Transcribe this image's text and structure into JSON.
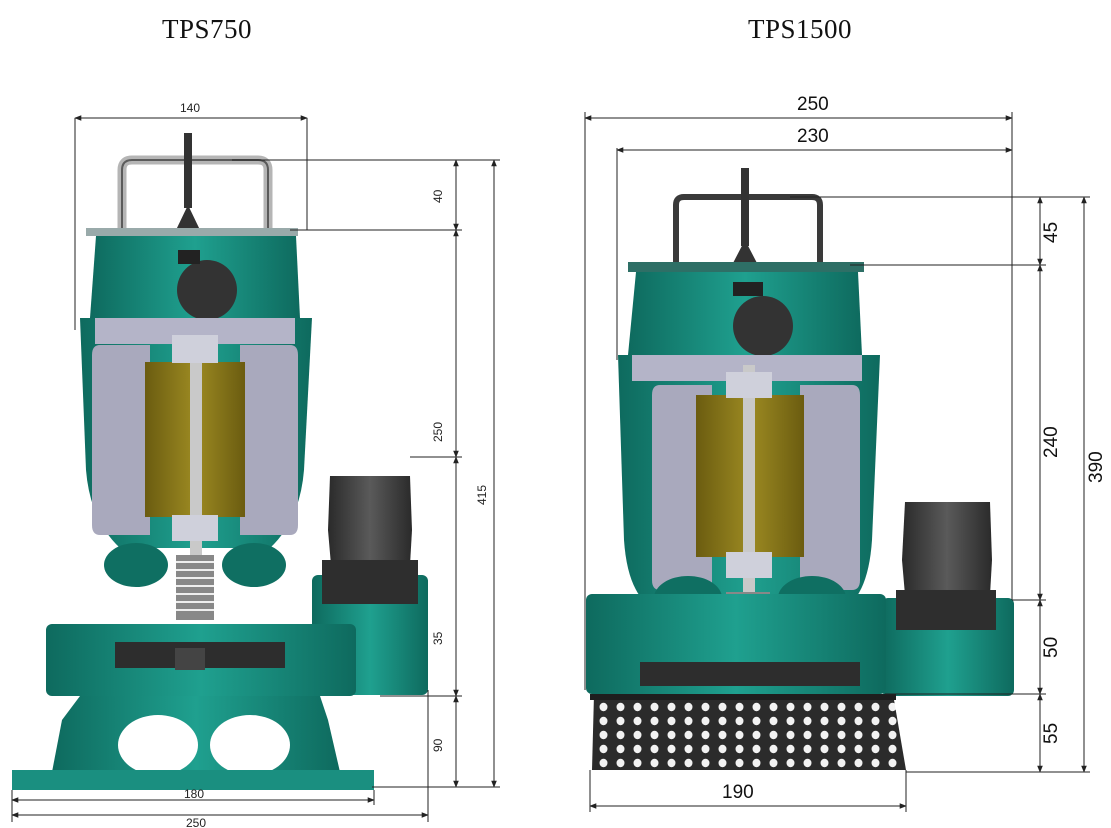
{
  "models": {
    "left": {
      "name": "TPS750",
      "dims": {
        "width_top": "140",
        "handle_height": "40",
        "motor_height": "250",
        "total_height": "415",
        "volute_height": "35",
        "stand_height": "90",
        "base_width": "180",
        "overall_width": "250"
      }
    },
    "right": {
      "name": "TPS1500",
      "dims": {
        "overall_width": "250",
        "body_width": "230",
        "handle_height": "45",
        "motor_height": "240",
        "total_height": "390",
        "volute_height": "50",
        "strainer_height": "55",
        "strainer_width": "190"
      }
    }
  },
  "colors": {
    "teal_body": "#1a8f80",
    "teal_dark": "#0e6a5e",
    "stator_gray": "#a9a9bd",
    "rotor_olive": "#8a7a1a",
    "rotor_yellow": "#b8a22a",
    "outlet_dark": "#3c3c3c",
    "strainer": "#2b2b2b"
  }
}
